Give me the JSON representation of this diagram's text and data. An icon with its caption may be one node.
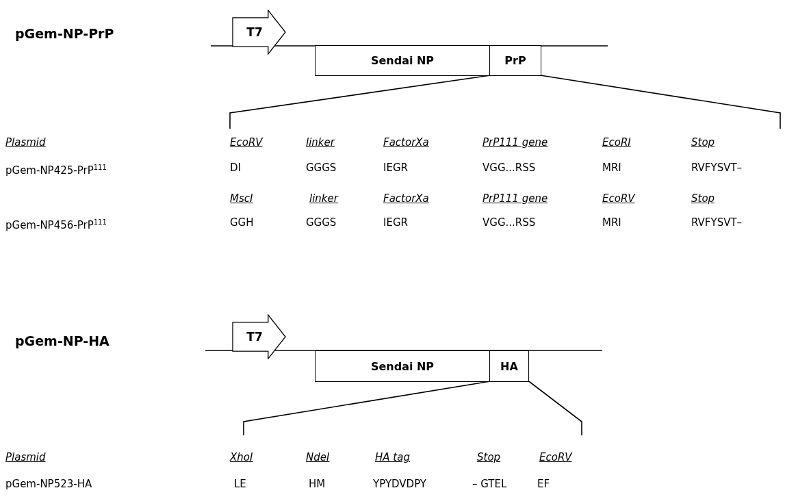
{
  "diagram": {
    "nodes": [
      {
        "text": [
          "T7"
        ]
      },
      {
        "text": [
          "Sendai NP"
        ]
      },
      {
        "text": [
          "PrP"
        ]
      },
      {
        "text": [
          "T7"
        ]
      },
      {
        "text": [
          "Sendai NP"
        ]
      },
      {
        "text": [
          "HA"
        ]
      }
    ],
    "edges": [
      {
        "from": 2,
        "to": null,
        "arrow": "none"
      },
      {
        "from": 2,
        "to": null,
        "arrow": "none"
      },
      {
        "from": 5,
        "to": null,
        "arrow": "none"
      },
      {
        "from": 5,
        "to": null,
        "arrow": "none"
      }
    ],
    "labels": [
      "pGem-NP-PrP",
      "Plasmid",
      "EcoRV",
      "linker",
      "FactorXa",
      "PrP111 gene",
      "EcoRI",
      "Stop",
      "pGem-NP425-PrP$^{111}$",
      "DI",
      "GGGS",
      "IEGR",
      "VGG...RSS",
      "MRI",
      "RVFYSVT–",
      "MscI",
      "linker",
      "FactorXa",
      "PrP111 gene",
      "EcoRV",
      "Stop",
      "pGem-NP456-PrP$^{111}$",
      "GGH",
      "GGGS",
      "IEGR",
      "VGG...RSS",
      "MRI",
      "RVFYSVT–",
      "pGem-NP-HA",
      "Plasmid",
      "XhoI",
      "NdeI",
      "HA tag",
      "Stop",
      "EcoRV",
      "pGem-NP523-HA",
      "LE",
      "HM",
      "YPYDVDPY",
      "– GTEL",
      "EF"
    ]
  }
}
